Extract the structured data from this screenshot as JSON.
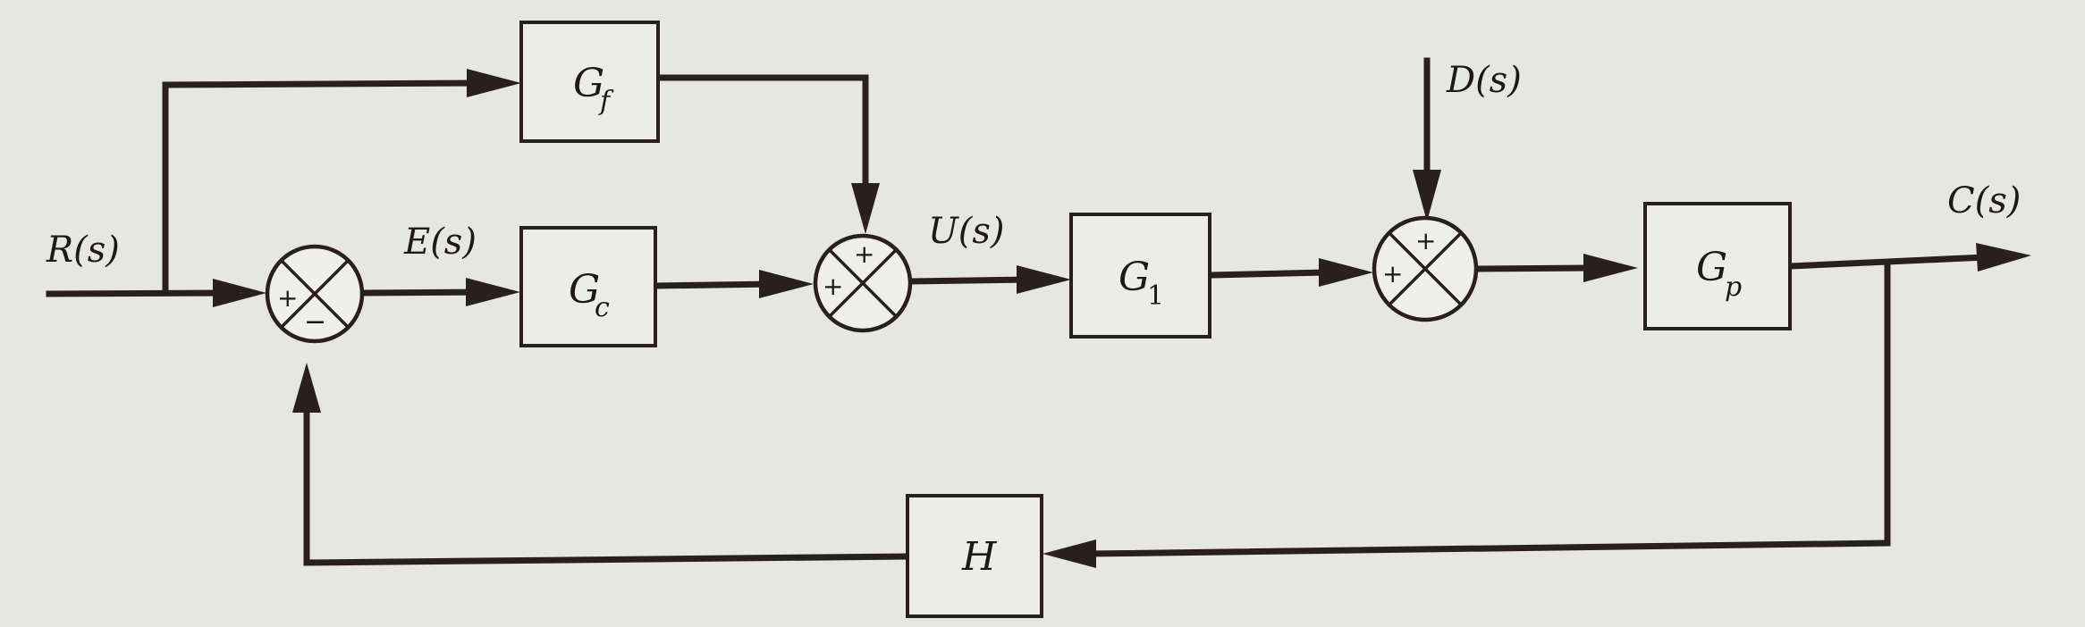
{
  "blocks": {
    "gf": {
      "symbol": "G",
      "sub": "f"
    },
    "gc": {
      "symbol": "G",
      "sub": "c"
    },
    "g1": {
      "symbol": "G",
      "sub": "1"
    },
    "gp": {
      "symbol": "G",
      "sub": "p"
    },
    "h": {
      "symbol": "H"
    }
  },
  "signals": {
    "reference": "R(s)",
    "error": "E(s)",
    "control": "U(s)",
    "disturbance": "D(s)",
    "output": "C(s)"
  },
  "junctions": {
    "error_junction": {
      "sign_left": "+",
      "sign_bottom": "−"
    },
    "control_junction": {
      "sign_top": "+",
      "sign_left": "+"
    },
    "disturbance_junction": {
      "sign_top": "+",
      "sign_left": "+"
    }
  }
}
